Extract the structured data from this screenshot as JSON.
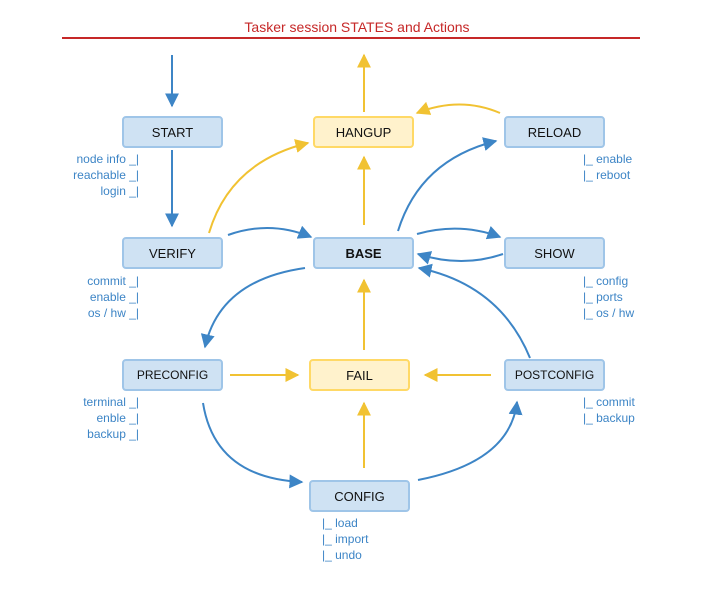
{
  "title": "Tasker session STATES and Actions",
  "colors": {
    "blue_arrow": "#3d85c6",
    "yellow_arrow": "#f1c232",
    "title_red": "#c62828"
  },
  "states": {
    "start": "START",
    "hangup": "HANGUP",
    "reload": "RELOAD",
    "verify": "VERIFY",
    "base": "BASE",
    "show": "SHOW",
    "preconfig": "PRECONFIG",
    "fail": "FAIL",
    "postconfig": "POSTCONFIG",
    "config": "CONFIG"
  },
  "actions": {
    "start": [
      "node info _|",
      "reachable _|",
      "login _|"
    ],
    "reload": [
      "|_ enable",
      "|_ reboot"
    ],
    "verify": [
      "commit _|",
      "enable _|",
      "os / hw _|"
    ],
    "show": [
      "|_ config",
      "|_ ports",
      "|_ os / hw"
    ],
    "preconfig": [
      "terminal _|",
      "enble _|",
      "backup _|"
    ],
    "postconfig": [
      "|_ commit",
      "|_ backup"
    ],
    "config": [
      "|_ load",
      "|_ import",
      "|_ undo"
    ]
  }
}
